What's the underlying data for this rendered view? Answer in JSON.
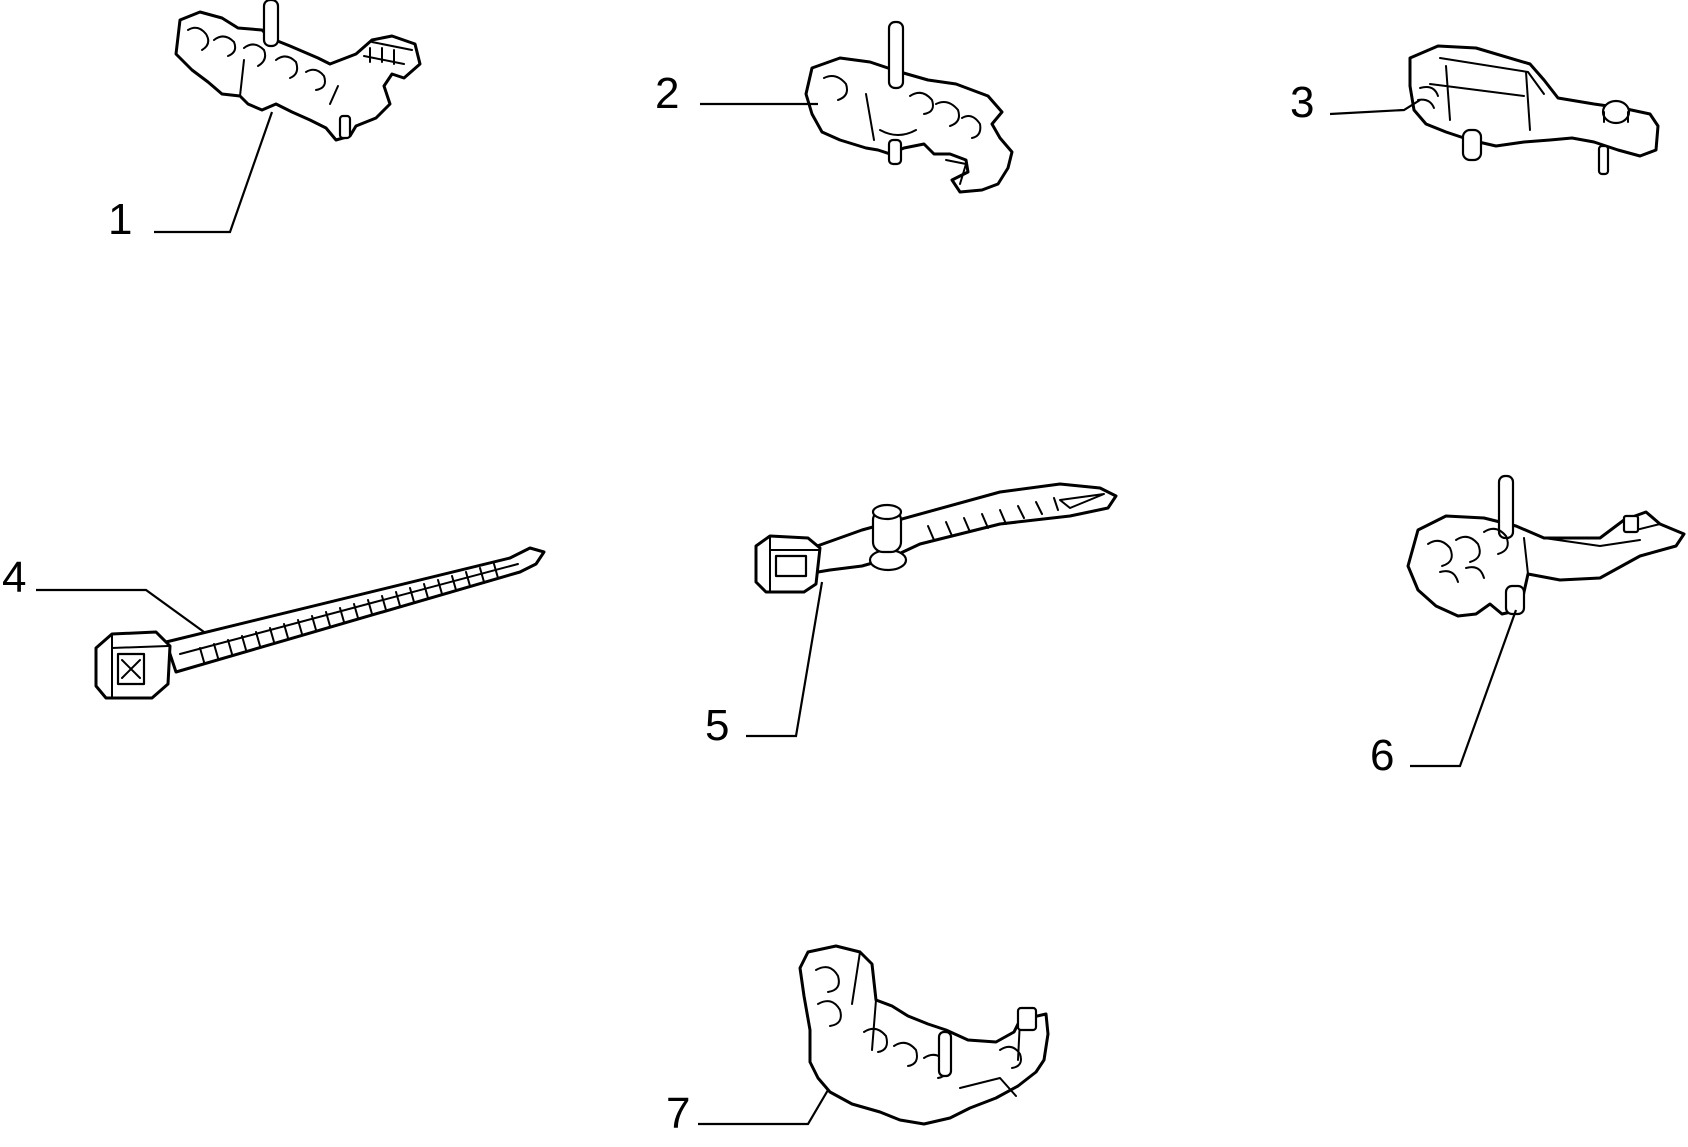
{
  "callouts": [
    {
      "id": "1",
      "text": "1"
    },
    {
      "id": "2",
      "text": "2"
    },
    {
      "id": "3",
      "text": "3"
    },
    {
      "id": "4",
      "text": "4"
    },
    {
      "id": "5",
      "text": "5"
    },
    {
      "id": "6",
      "text": "6"
    },
    {
      "id": "7",
      "text": "7"
    }
  ],
  "colors": {
    "line": "#000000",
    "background": "#ffffff"
  }
}
